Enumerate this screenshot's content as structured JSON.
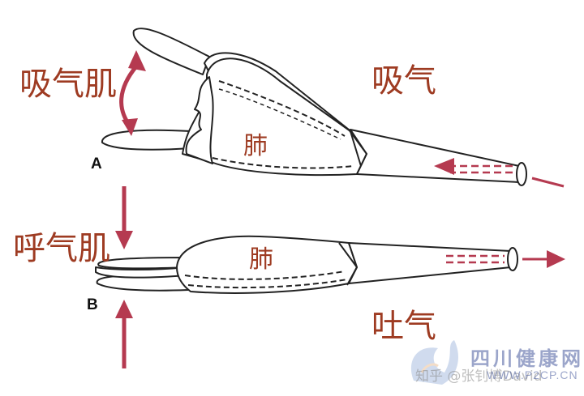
{
  "labels": {
    "inspiratory_muscle": "吸气肌",
    "inhale": "吸气",
    "lung_top": "肺",
    "panel_a": "A",
    "expiratory_muscle": "呼气肌",
    "lung_bottom": "肺",
    "panel_b": "B",
    "exhale": "吐气"
  },
  "watermark": {
    "site_name": "四川健康网",
    "zhihu_user": "知乎 @张钊博David",
    "site_url": "WWW.P2CP.CN"
  },
  "colors": {
    "label_text": "#9e3b22",
    "arrow": "#b53a50",
    "outline": "#222222",
    "fill": "#ffffff"
  }
}
